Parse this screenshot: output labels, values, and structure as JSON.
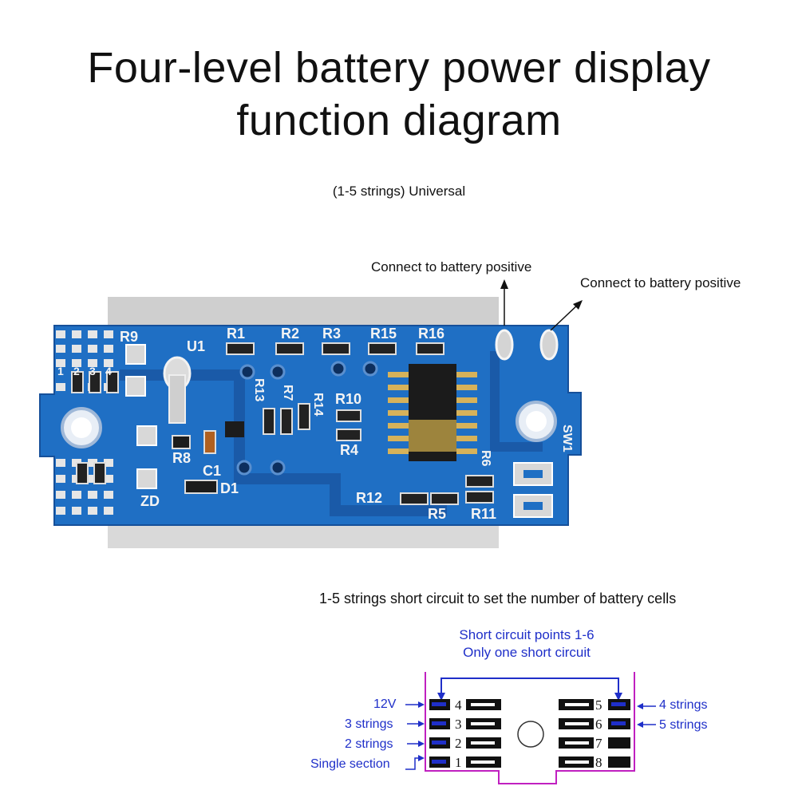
{
  "title_line1": "Four-level battery power display",
  "title_line2": "function diagram",
  "subtitle": "(1-5 strings) Universal",
  "callouts": {
    "left": "Connect to battery positive",
    "right": "Connect to battery positive"
  },
  "board_labels": {
    "r9": "R9",
    "u1": "U1",
    "r1": "R1",
    "r2": "R2",
    "r3": "R3",
    "r15": "R15",
    "r16": "R16",
    "r13": "R13",
    "r7": "R7",
    "r14": "R14",
    "r10": "R10",
    "r4": "R4",
    "r8": "R8",
    "c1": "C1",
    "d1": "D1",
    "zd": "ZD",
    "r12": "R12",
    "r5": "R5",
    "r11": "R11",
    "r6": "R6",
    "sw1": "SW1",
    "pads_left": [
      "1",
      "2",
      "3",
      "4"
    ]
  },
  "short_circuit": {
    "title": "1-5 strings short circuit to set the number of battery cells",
    "note_line1": "Short circuit points 1-6",
    "note_line2": "Only one short circuit",
    "left_labels": [
      "12V",
      "3 strings",
      "2 strings",
      "Single section"
    ],
    "right_labels": [
      "4 strings",
      "5 strings"
    ],
    "left_pins": [
      "4",
      "3",
      "2",
      "1"
    ],
    "right_pins": [
      "5",
      "6",
      "7",
      "8"
    ]
  },
  "colors": {
    "pcb_blue": "#1f6fc4",
    "annotation_blue": "#1f2fc9",
    "outline_magenta": "#c020c0"
  }
}
